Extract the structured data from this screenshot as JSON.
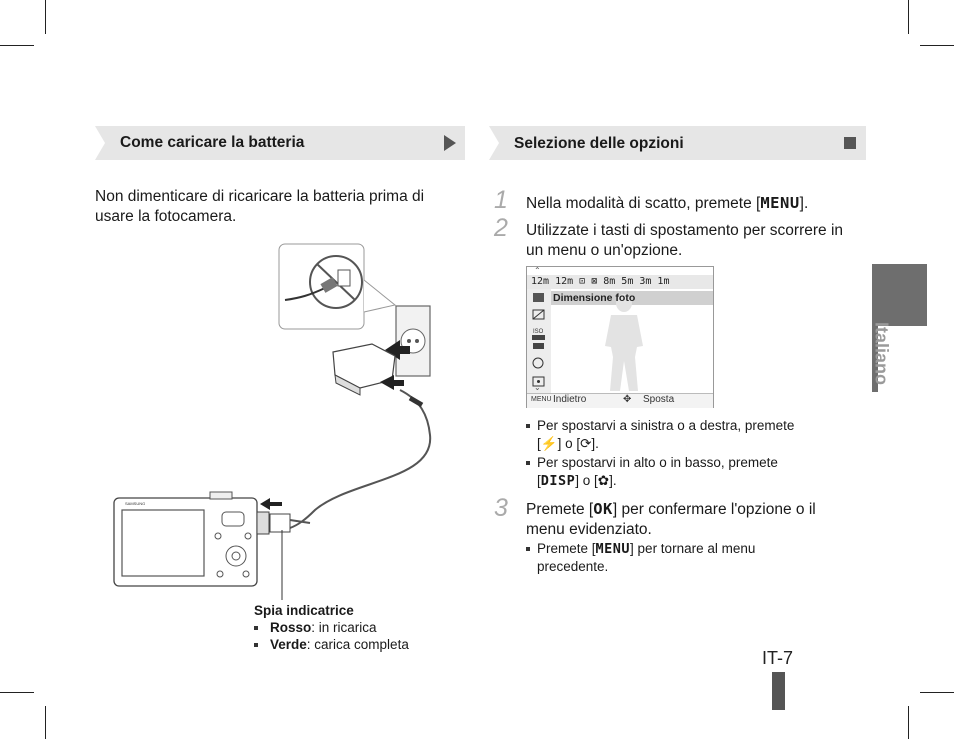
{
  "left_section": {
    "title": "Come caricare la batteria",
    "intro": "Non dimenticare di ricaricare la batteria prima di usare la fotocamera.",
    "caption_title": "Spia indicatrice",
    "caption_items": [
      {
        "term": "Rosso",
        "desc": ": in ricarica"
      },
      {
        "term": "Verde",
        "desc": ": carica completa"
      }
    ]
  },
  "right_section": {
    "title": "Selezione delle opzioni",
    "steps": [
      {
        "num": "1",
        "text_before": "Nella modalità di scatto, premete [",
        "key": "MENU",
        "text_after": "]."
      },
      {
        "num": "2",
        "text": "Utilizzate i tasti di spostamento per scorrere in un menu o un'opzione."
      },
      {
        "num": "3",
        "text_before": "Premete [",
        "key": "OK",
        "text_after": "] per confermare l'opzione o il menu evidenziato."
      }
    ],
    "step2_bullets": [
      {
        "line1": "Per spostarvi a sinistra o a destra, premete",
        "line2_a": "[",
        "icon1": "⚡",
        "line2_b": "] o [",
        "icon2": "⟳",
        "line2_c": "]."
      },
      {
        "line1": "Per spostarvi in alto o in basso, premete",
        "line2_a": "[",
        "key": "DISP",
        "line2_b": "] o [",
        "icon2": "✿",
        "line2_c": "]."
      }
    ],
    "step3_bullet": {
      "text_before": "Premete [",
      "key": "MENU",
      "text_after": "] per tornare al menu precedente."
    }
  },
  "screen": {
    "resolutions": "12m  12m  ⊡  ⊠  8m  5m  3m  1m",
    "highlight_label": "Dimensione foto",
    "back_key": "MENU",
    "back_label": "Indietro",
    "move_label": "Sposta"
  },
  "side_tab_label": "Italiano",
  "page_number": "IT-7"
}
